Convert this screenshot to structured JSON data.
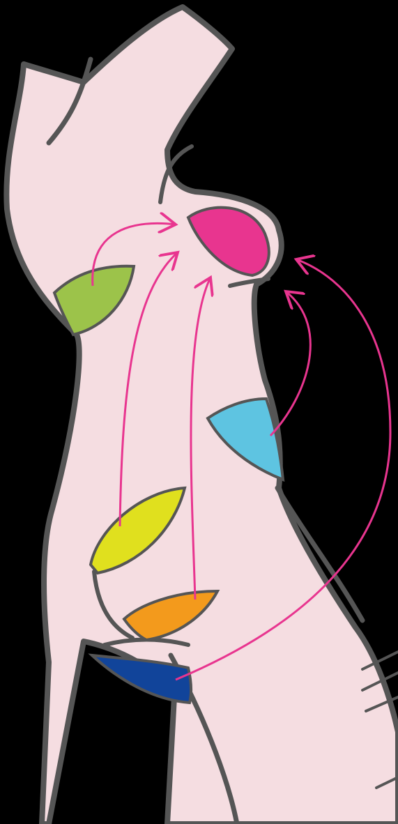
{
  "colors": {
    "background": "#000000",
    "body_fill": "#f5dde1",
    "outline": "#555555",
    "arrow": "#e8358f",
    "breast_target": "#e8358f",
    "donor_green": "#9cc34a",
    "donor_blue": "#5ec4e1",
    "donor_yellow": "#e0e01e",
    "donor_orange": "#f39a1c",
    "donor_navy": "#11449a"
  },
  "diagram": {
    "target": {
      "name": "breast",
      "color": "#e8358f"
    },
    "donor_sites": [
      {
        "id": "green",
        "color": "#9cc34a"
      },
      {
        "id": "blue",
        "color": "#5ec4e1"
      },
      {
        "id": "yellow",
        "color": "#e0e01e"
      },
      {
        "id": "orange",
        "color": "#f39a1c"
      },
      {
        "id": "navy",
        "color": "#11449a"
      }
    ]
  }
}
